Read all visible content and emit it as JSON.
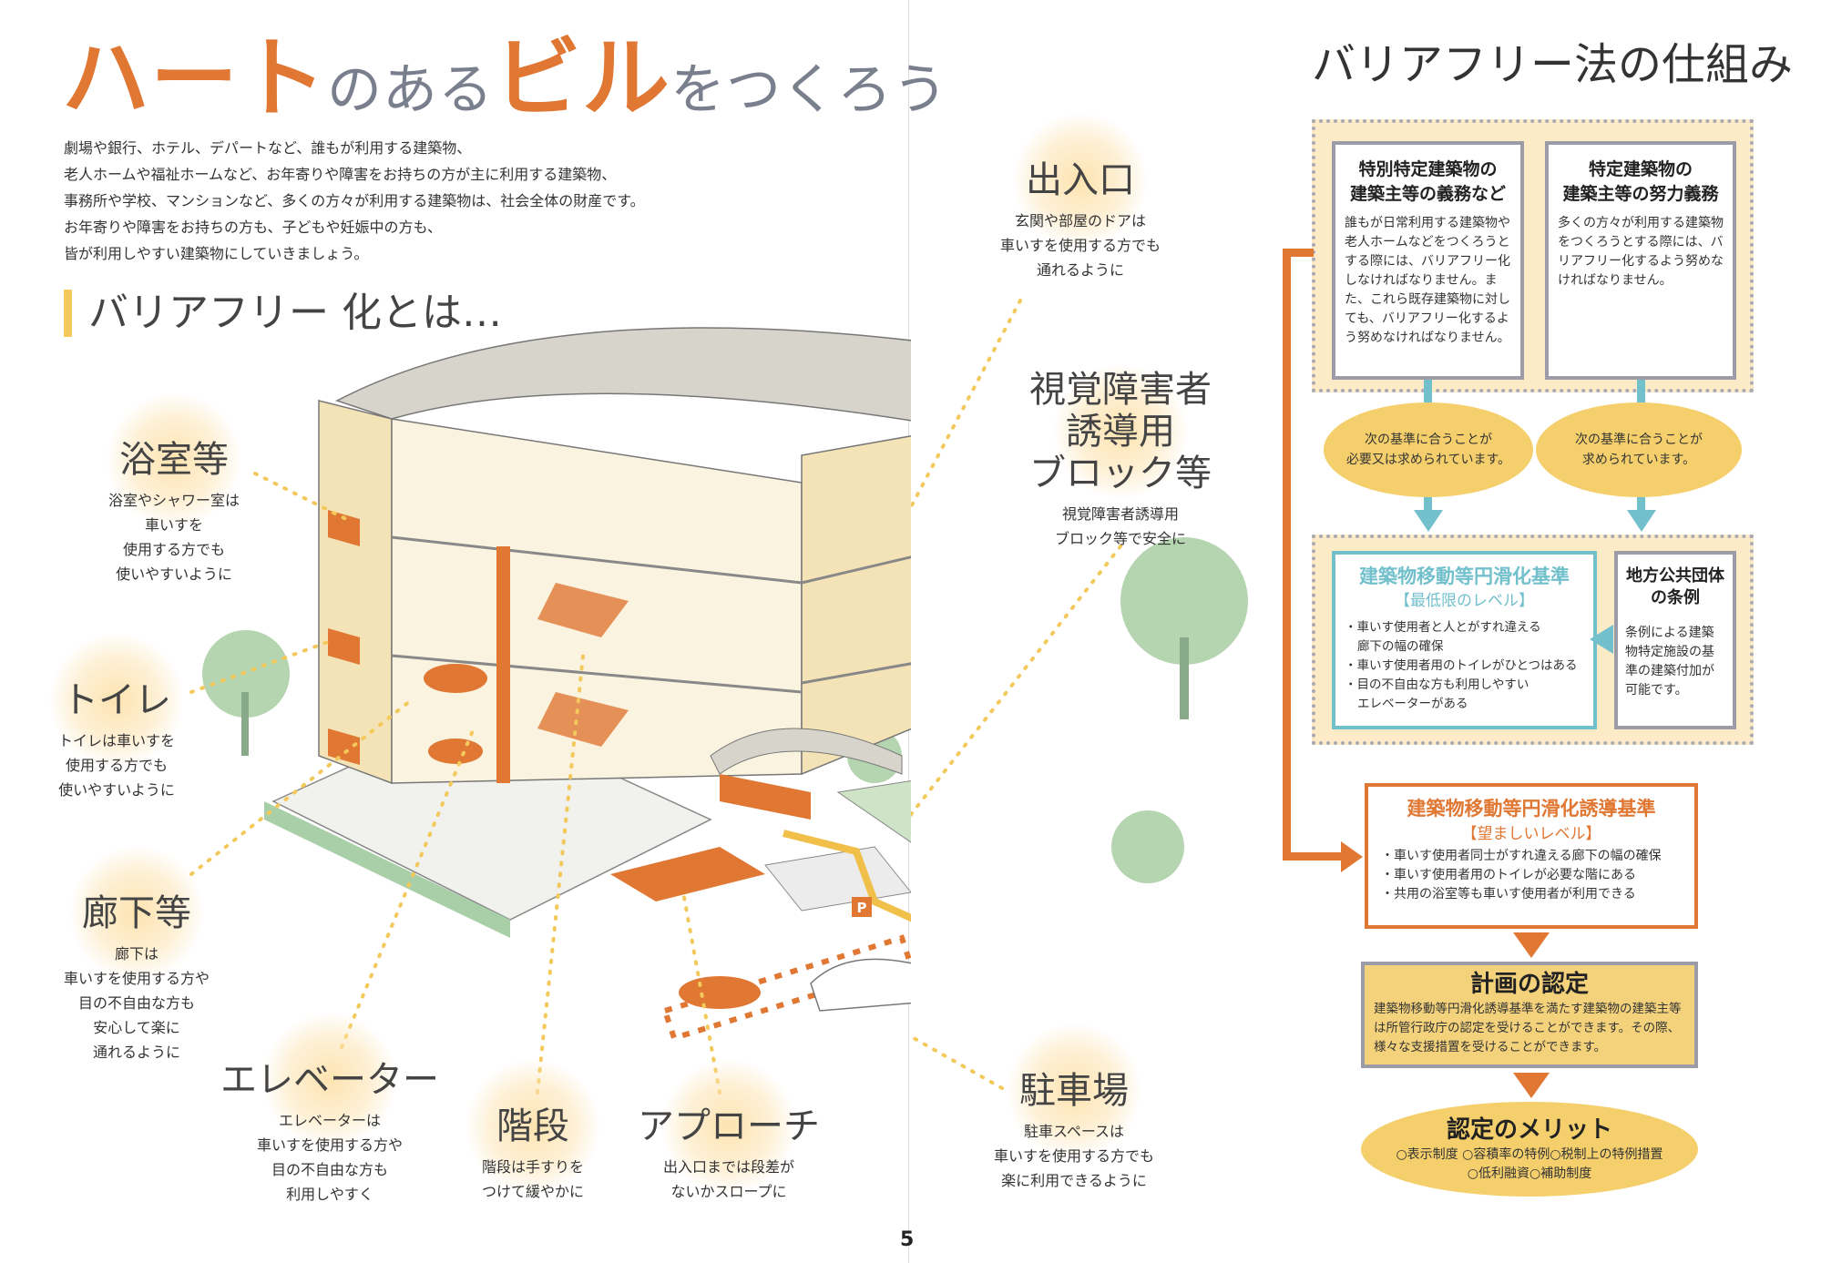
{
  "left": {
    "title": {
      "part1": "ハート",
      "part2": "のある",
      "part3": "ビル",
      "part4": "をつくろう"
    },
    "intro": [
      "劇場や銀行、ホテル、デパートなど、誰もが利用する建築物、",
      "老人ホームや福祉ホームなど、お年寄りや障害をお持ちの方が主に利用する建築物、",
      "事務所や学校、マンションなど、多くの方々が利用する建築物は、社会全体の財産です。",
      "お年寄りや障害をお持ちの方も、子どもや妊娠中の方も、",
      "皆が利用しやすい建築物にしていきましょう。"
    ],
    "section_heading": "バリアフリー 化とは…",
    "labels": [
      {
        "title": "浴室等",
        "desc": [
          "浴室やシャワー室は",
          "車いすを",
          "使用する方でも",
          "使いやすいように"
        ]
      },
      {
        "title": "トイレ",
        "desc": [
          "トイレは車いすを",
          "使用する方でも",
          "使いやすいように"
        ]
      },
      {
        "title": "廊下等",
        "desc": [
          "廊下は",
          "車いすを使用する方や",
          "目の不自由な方も",
          "安心して楽に",
          "通れるように"
        ]
      },
      {
        "title": "エレベーター",
        "desc": [
          "エレベーターは",
          "車いすを使用する方や",
          "目の不自由な方も",
          "利用しやすく"
        ]
      },
      {
        "title": "階段",
        "desc": [
          "階段は手すりを",
          "つけて緩やかに"
        ]
      },
      {
        "title": "アプローチ",
        "desc": [
          "出入口までは段差が",
          "ないかスロープに"
        ]
      },
      {
        "title": "駐車場",
        "desc": [
          "駐車スペースは",
          "車いすを使用する方でも",
          "楽に利用できるように"
        ]
      },
      {
        "title": "出入口",
        "desc": [
          "玄関や部屋のドアは",
          "車いすを使用する方でも",
          "通れるように"
        ]
      },
      {
        "title_lines": [
          "視覚障害者",
          "誘導用",
          "ブロック等"
        ],
        "desc": [
          "視覚障害者誘導用",
          "ブロック等で安全に"
        ]
      }
    ],
    "parking_sign": "P"
  },
  "page_number": "5",
  "right": {
    "title": "バリアフリー法の仕組み",
    "box1": {
      "heading": [
        "特別特定建築物の",
        "建築主等の義務など"
      ],
      "text": "誰もが日常利用する建築物や老人ホームなどをつくろうとする際には、バリアフリー化しなければなりません。また、これら既存建築物に対しても、バリアフリー化するよう努めなければなりません。"
    },
    "box2": {
      "heading": [
        "特定建築物の",
        "建築主等の努力義務"
      ],
      "text": "多くの方々が利用する建築物をつくろうとする際には、バリアフリー化するよう努めなければなりません。"
    },
    "ellipse1": [
      "次の基準に合うことが",
      "必要又は求められています。"
    ],
    "ellipse2": [
      "次の基準に合うことが",
      "求められています。"
    ],
    "min_standard": {
      "heading": "建築物移動等円滑化基準",
      "level": "【最低限のレベル】",
      "items": [
        "車いす使用者と人とがすれ違える",
        "廊下の幅の確保",
        "車いす使用者用のトイレがひとつはある",
        "目の不自由な方も利用しやすい",
        "エレベーターがある"
      ]
    },
    "local": {
      "heading": [
        "地方公共団体",
        "の条例"
      ],
      "text": "条例による建築物特定施設の基準の建築付加が可能です。"
    },
    "induce_standard": {
      "heading": "建築物移動等円滑化誘導基準",
      "level": "【望ましいレベル】",
      "items": [
        "車いす使用者同士がすれ違える廊下の幅の確保",
        "車いす使用者用のトイレが必要な階にある",
        "共用の浴室等も車いす使用者が利用できる"
      ]
    },
    "certification": {
      "heading": "計画の認定",
      "text": "建築物移動等円滑化誘導基準を満たす建築物の建築主等は所管行政庁の認定を受けることができます。その際、様々な支援措置を受けることができます。"
    },
    "merit": {
      "heading": "認定のメリット",
      "line1": "○表示制度 ○容積率の特例○税制上の特例措置",
      "line2": "○低利融資○補助制度"
    }
  },
  "colors": {
    "orange": "#e07733",
    "teal": "#72c0cc",
    "yellow": "#f4cf6c",
    "cream": "#fcebc6",
    "gray": "#9c9ca8"
  }
}
